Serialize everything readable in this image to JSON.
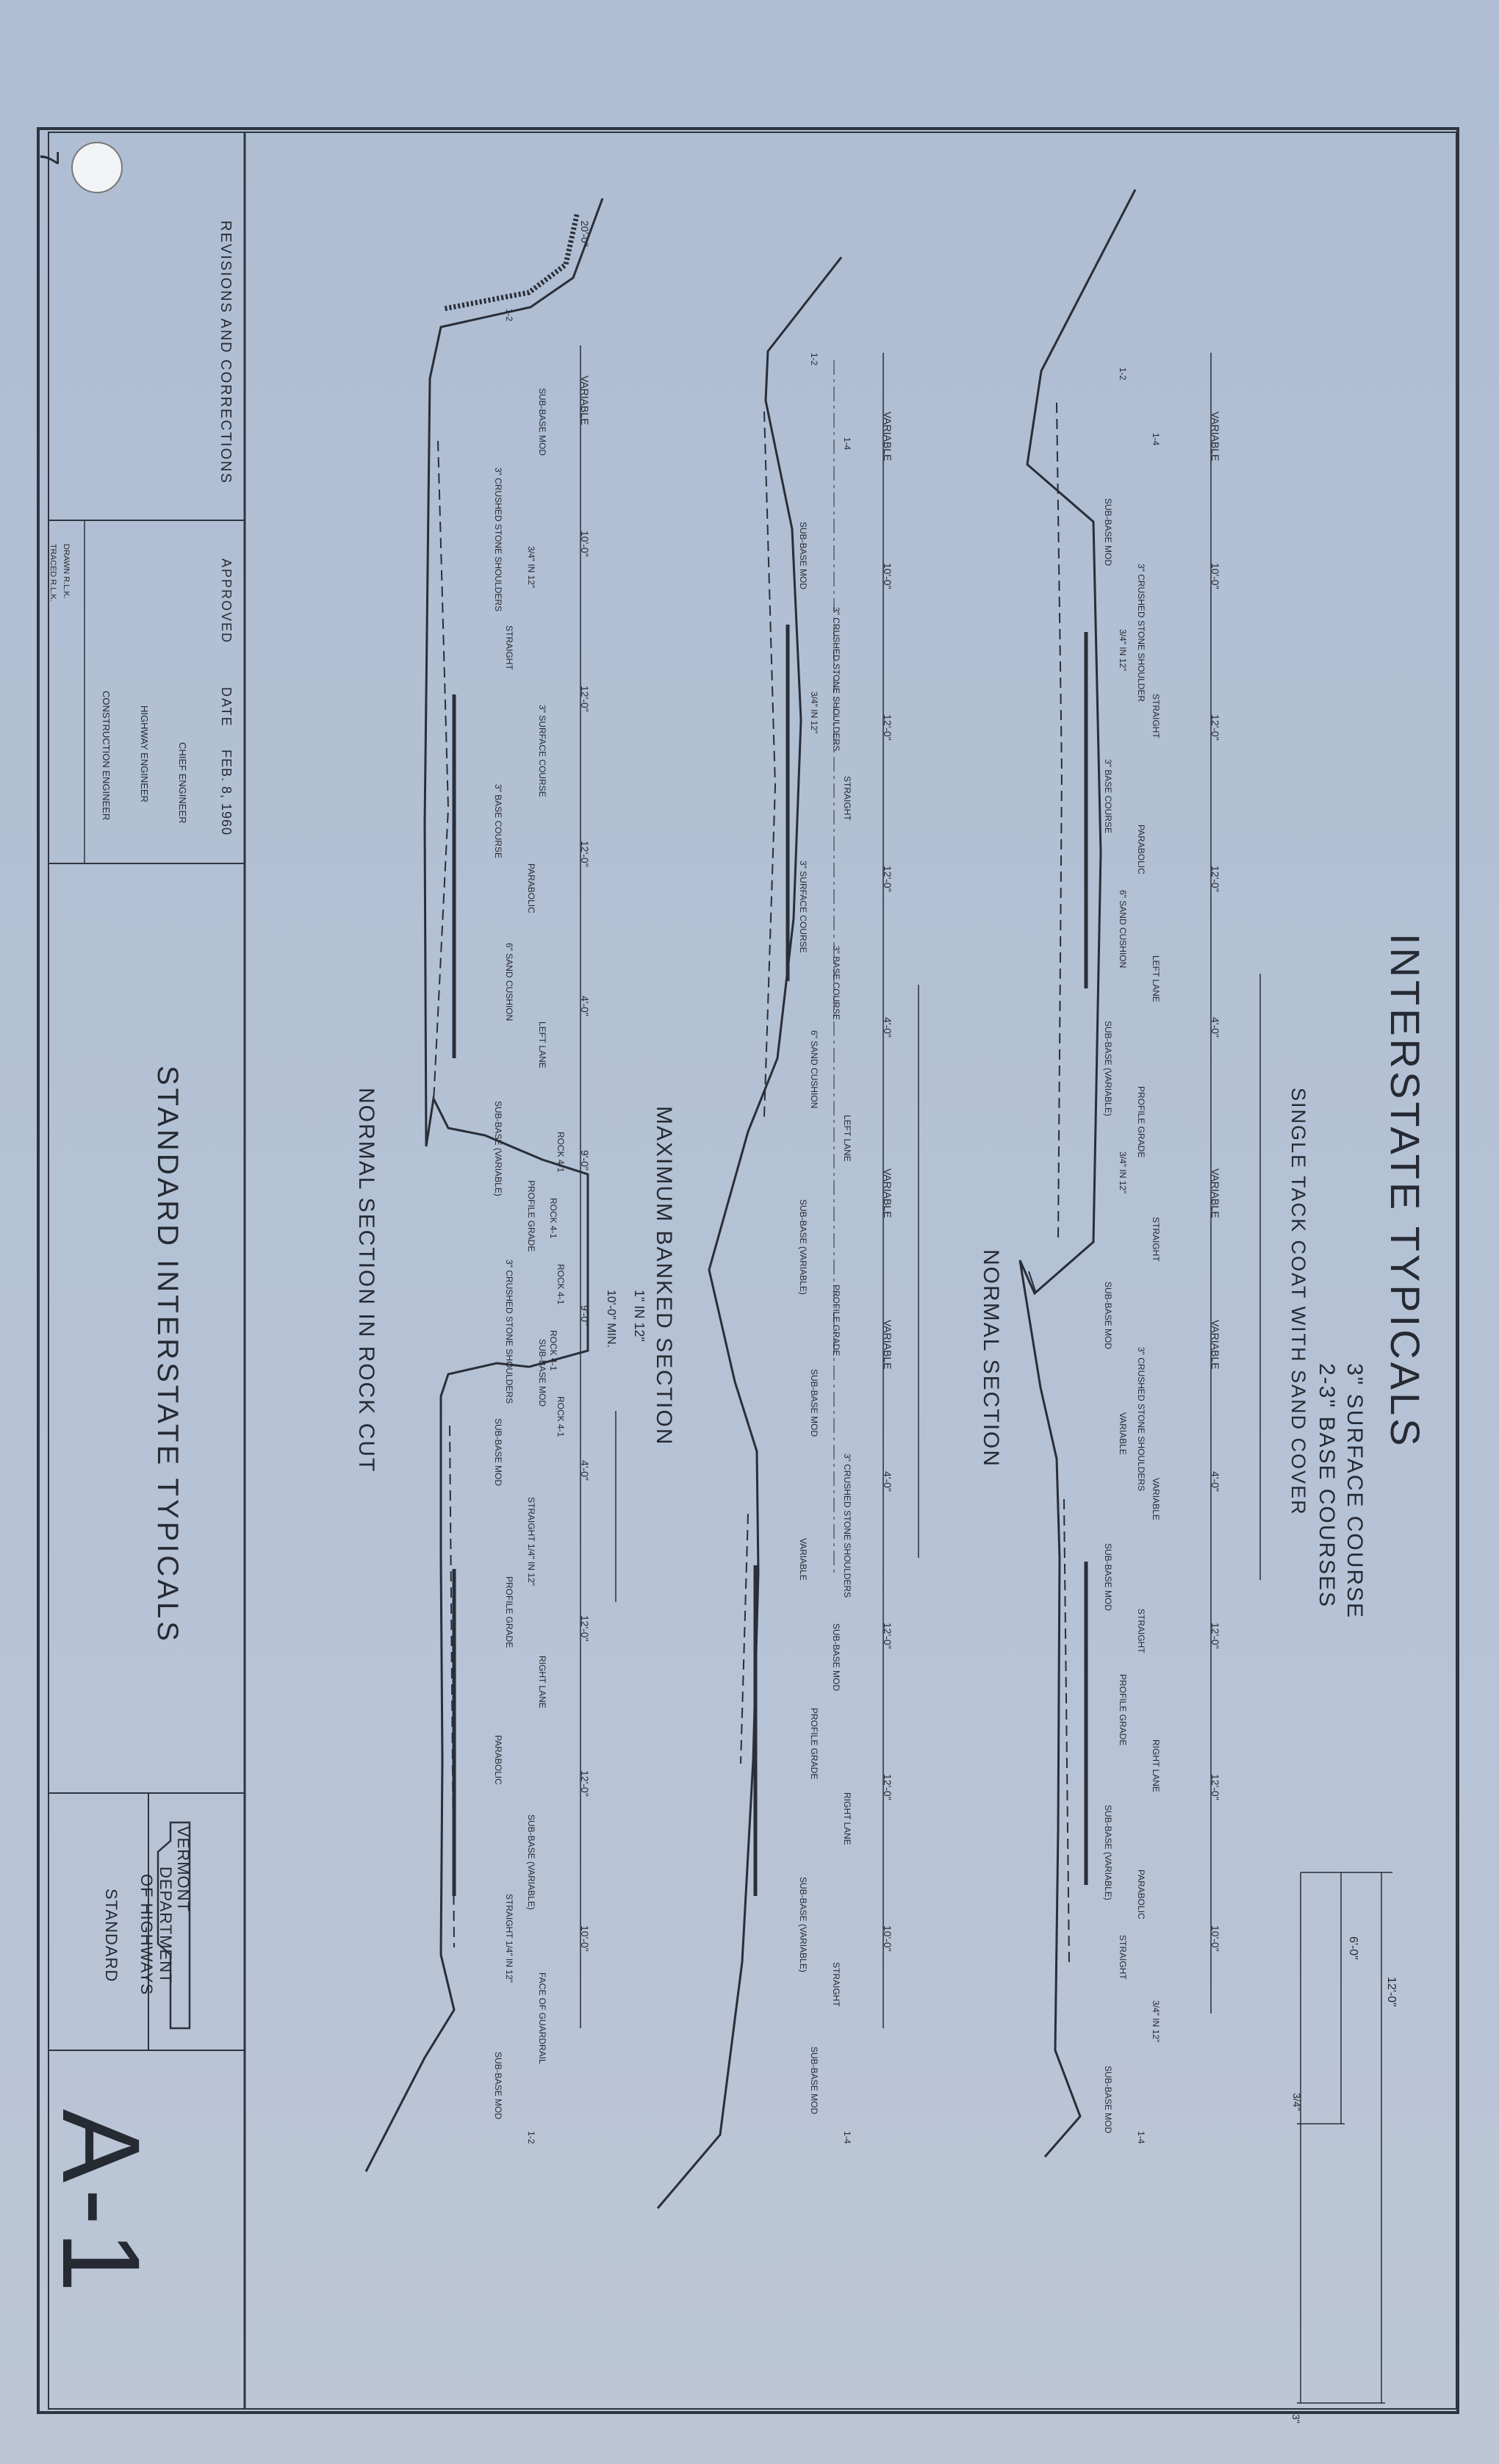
{
  "sheet": {
    "title": "INTERSTATE TYPICALS",
    "subtitle_1": "3\" SURFACE COURSE",
    "subtitle_2": "2-3\" BASE COURSES",
    "subtitle_3": "SINGLE TACK COAT WITH SAND COVER",
    "drawing_title": "STANDARD INTERSTATE TYPICALS",
    "sheet_number": "A-1",
    "stamp": "7"
  },
  "title_block": {
    "revisions_label": "REVISIONS AND CORRECTIONS",
    "approved_label": "APPROVED",
    "date_label": "DATE",
    "date_value": "FEB. 8, 1960",
    "chief_engineer": "CHIEF ENGINEER",
    "highway_engineer": "HIGHWAY ENGINEER",
    "construction_engineer": "CONSTRUCTION ENGINEER",
    "drawn": "DRAWN R.L.K.",
    "traced": "TRACED R.L.K.",
    "agency_state": "VERMONT",
    "agency_line_1": "DEPARTMENT",
    "agency_line_2": "OF HIGHWAYS",
    "agency_line_3": "STANDARD"
  },
  "sections": {
    "normal": {
      "caption": "NORMAL SECTION",
      "dim_top": "VARIABLE",
      "dims": [
        "VARIABLE",
        "10'-0\"",
        "12'-0\"",
        "12'-0\"",
        "4'-0\"",
        "VARIABLE",
        "VARIABLE",
        "4'-0\"",
        "12'-0\"",
        "12'-0\"",
        "10'-0\""
      ],
      "labels": [
        "1-2",
        "1-4",
        "SUB-BASE MOD",
        "3\" CRUSHED STONE SHOULDER",
        "3/4\" IN 12\"",
        "STRAIGHT",
        "3\" BASE COURSE",
        "PARABOLIC",
        "6\" SAND CUSHION",
        "LEFT LANE",
        "SUB-BASE (VARIABLE)",
        "PROFILE GRADE",
        "3/4\" IN 12\"",
        "STRAIGHT",
        "SUB-BASE MOD",
        "3\" CRUSHED STONE SHOULDERS",
        "VARIABLE",
        "VARIABLE",
        "SUB-BASE MOD",
        "STRAIGHT",
        "PROFILE GRADE",
        "RIGHT LANE",
        "SUB-BASE (VARIABLE)",
        "PARABOLIC",
        "STRAIGHT",
        "3/4\" IN 12\"",
        "SUB-BASE MOD",
        "1-4"
      ]
    },
    "banked": {
      "caption": "MAXIMUM BANKED SECTION",
      "note_1": "1\" IN 12\"",
      "note_2": "10'-0\" MIN.",
      "dims": [
        "VARIABLE",
        "10'-0\"",
        "12'-0\"",
        "12'-0\"",
        "4'-0\"",
        "VARIABLE",
        "VARIABLE",
        "4'-0\"",
        "12'-0\"",
        "12'-0\"",
        "10'-0\""
      ],
      "labels": [
        "1-2",
        "1-4",
        "SUB-BASE MOD",
        "3\" CRUSHED STONE SHOULDERS",
        "3/4\" IN 12\"",
        "STRAIGHT",
        "3\" SURFACE COURSE",
        "3\" BASE COURSE",
        "6\" SAND CUSHION",
        "LEFT LANE",
        "SUB-BASE (VARIABLE)",
        "PROFILE GRADE",
        "SUB-BASE MOD",
        "3\" CRUSHED STONE SHOULDERS",
        "VARIABLE",
        "SUB-BASE MOD",
        "PROFILE GRADE",
        "RIGHT LANE",
        "SUB-BASE (VARIABLE)",
        "STRAIGHT",
        "SUB-BASE MOD",
        "1-4"
      ]
    },
    "rock": {
      "caption": "NORMAL SECTION IN ROCK CUT",
      "rock_labels": [
        "ROCK 4-1",
        "ROCK 4-1",
        "ROCK 4-1",
        "ROCK 4-1",
        "ROCK 4-1"
      ],
      "dims": [
        "20'-0\"",
        "VARIABLE",
        "10'-0\"",
        "12'-0\"",
        "12'-0\"",
        "4'-0\"",
        "9'-0\"",
        "9'-0\"",
        "4'-0\"",
        "12'-0\"",
        "12'-0\"",
        "10'-0\""
      ],
      "labels": [
        "1-2",
        "SUB-BASE MOD",
        "3\" CRUSHED STONE SHOULDERS",
        "3/4\" IN 12\"",
        "STRAIGHT",
        "3\" SURFACE COURSE",
        "3\" BASE COURSE",
        "PARABOLIC",
        "6\" SAND CUSHION",
        "LEFT LANE",
        "SUB-BASE (VARIABLE)",
        "PROFILE GRADE",
        "3\" CRUSHED STONE SHOULDERS",
        "SUB-BASE MOD",
        "SUB-BASE MOD",
        "STRAIGHT 1/4\" IN 12\"",
        "PROFILE GRADE",
        "RIGHT LANE",
        "PARABOLIC",
        "SUB-BASE (VARIABLE)",
        "STRAIGHT 1/4\" IN 12\"",
        "FACE OF GUARDRAIL",
        "SUB-BASE MOD",
        "1-2"
      ]
    },
    "detail": {
      "dim_1": "12'-0\"",
      "dim_2": "6'-0\"",
      "dim_3": "3/4\"",
      "dim_4": "3\""
    }
  }
}
